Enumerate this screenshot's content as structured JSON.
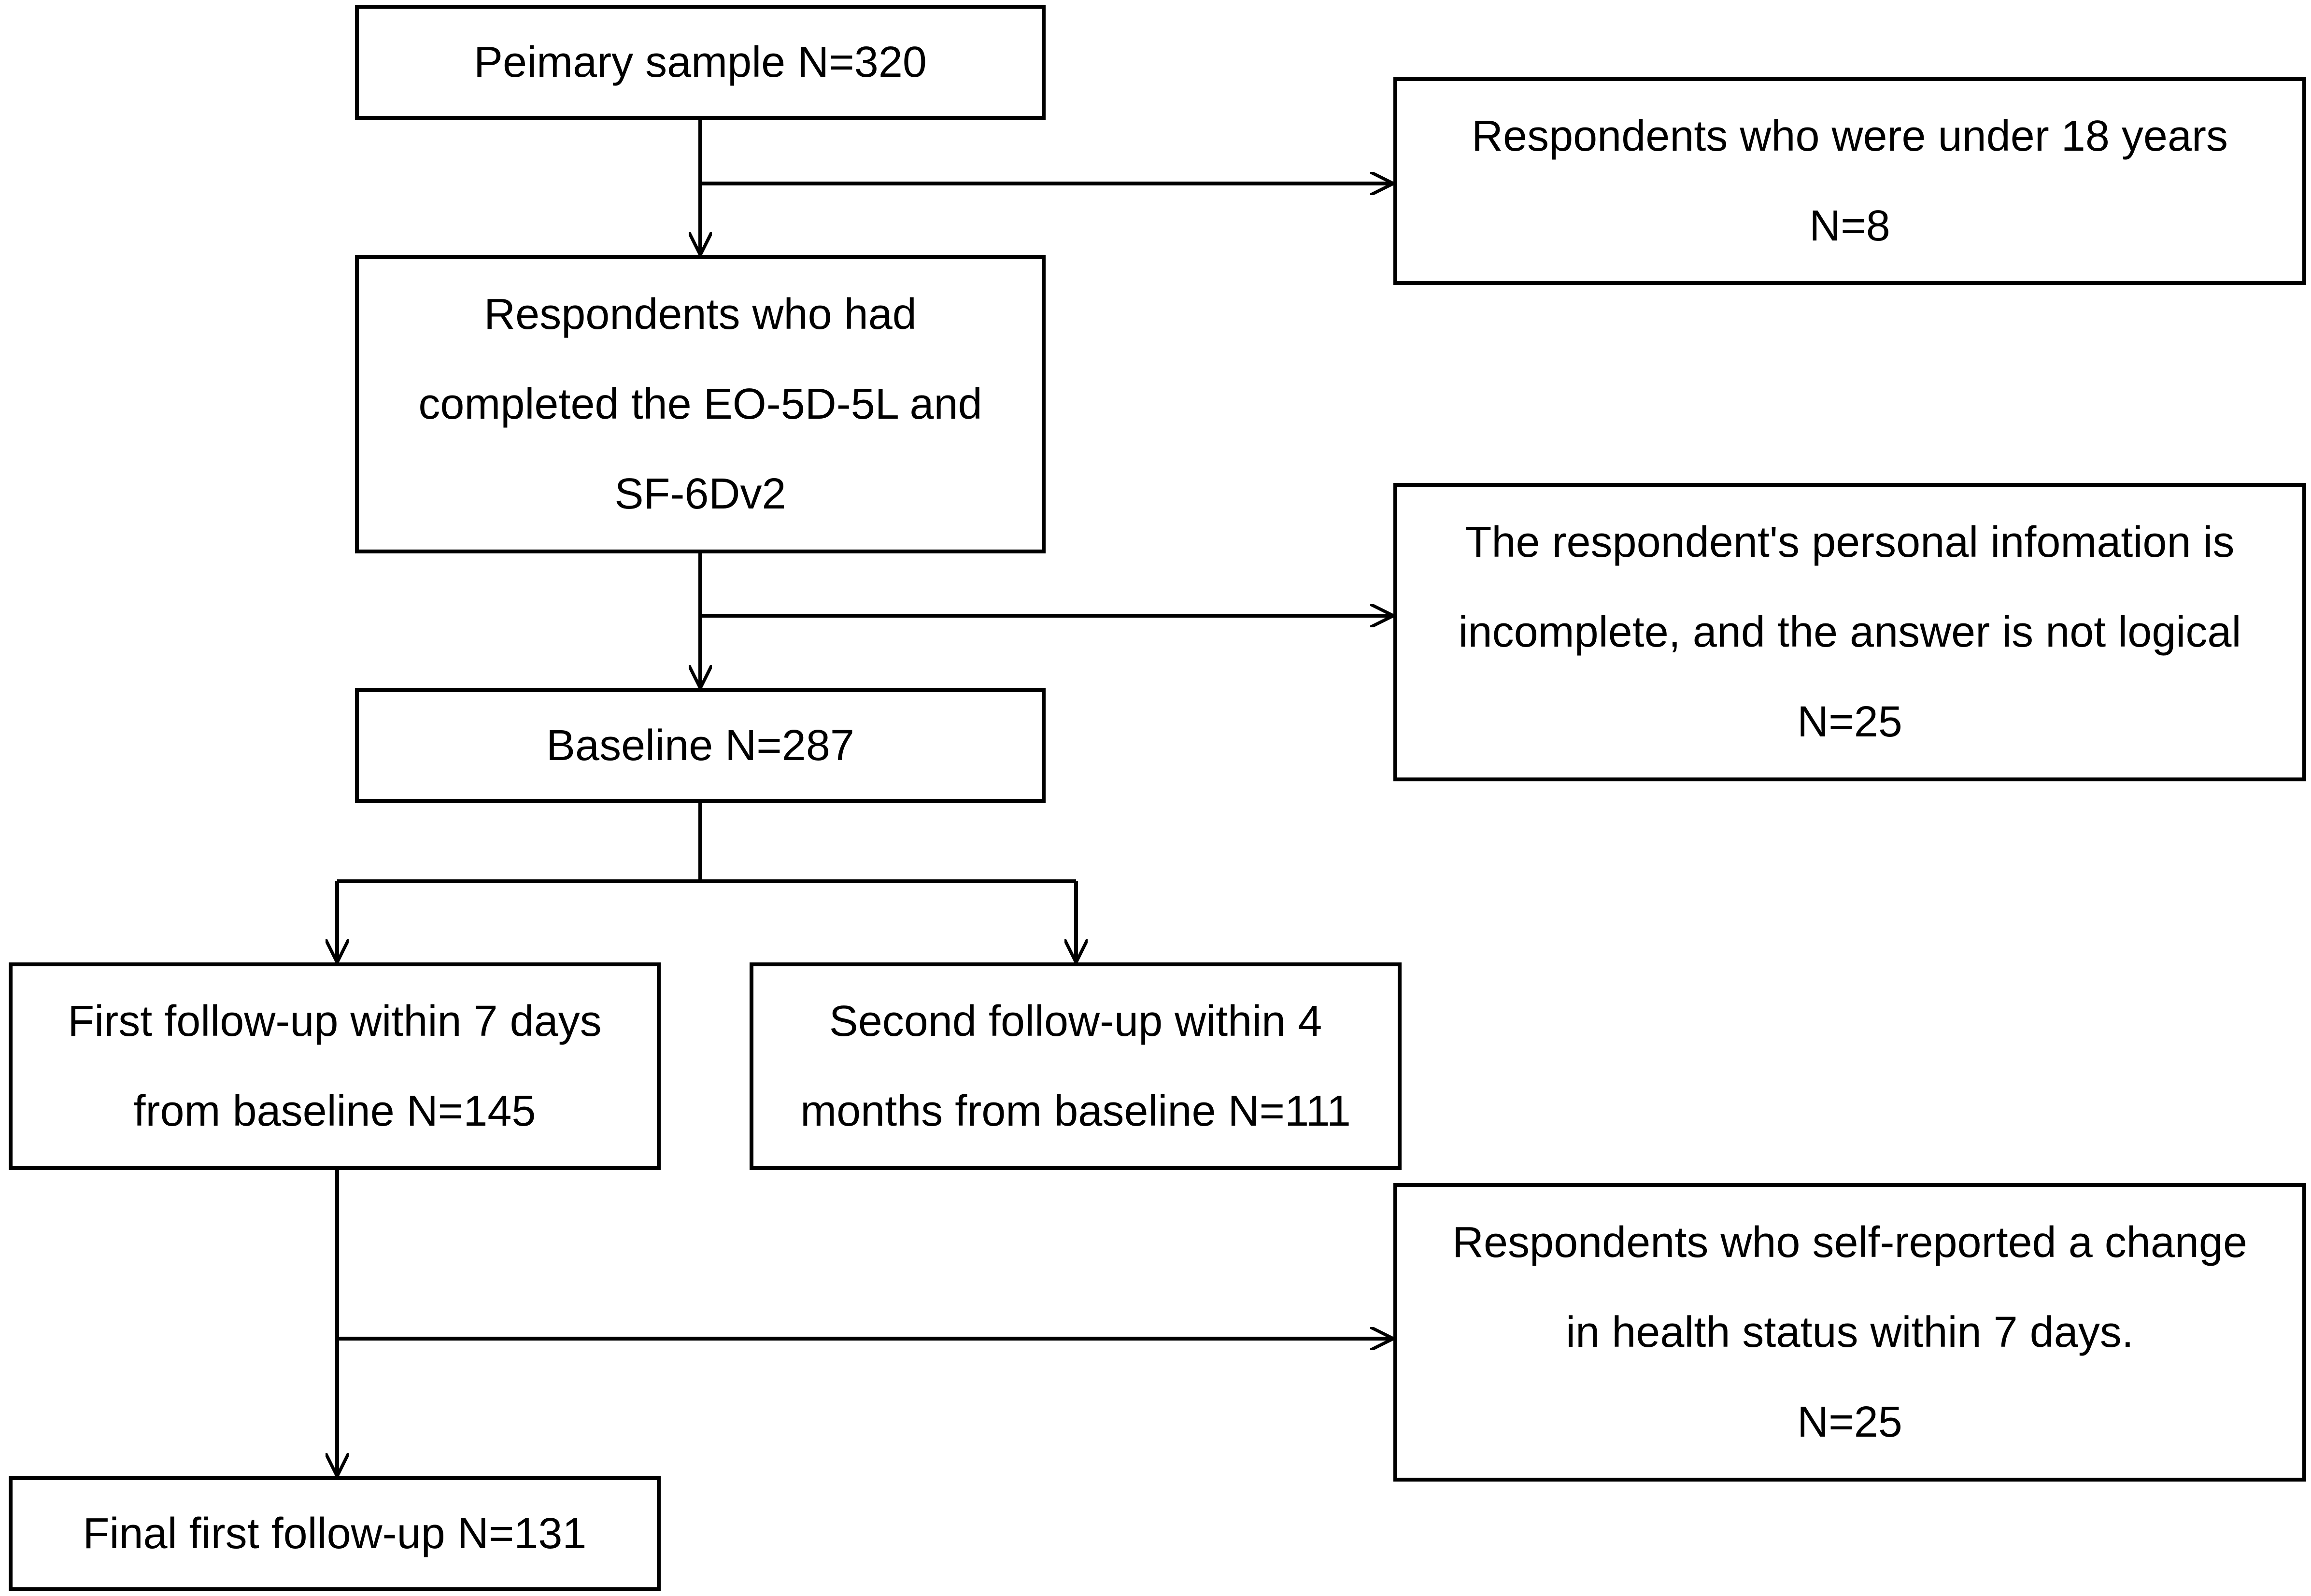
{
  "boxes": {
    "primary": {
      "lines": [
        "Peimary sample N=320"
      ]
    },
    "completed": {
      "lines": [
        "Respondents who had",
        "completed the EO-5D-5L and",
        "SF-6Dv2"
      ]
    },
    "baseline": {
      "lines": [
        "Baseline N=287"
      ]
    },
    "first": {
      "lines": [
        "First follow-up within 7 days",
        "from baseline N=145"
      ]
    },
    "second": {
      "lines": [
        "Second follow-up within 4",
        "months from baseline N=111"
      ]
    },
    "final": {
      "lines": [
        "Final first follow-up N=131"
      ]
    },
    "under18": {
      "lines": [
        "Respondents who were under 18 years",
        "N=8"
      ]
    },
    "incomplete": {
      "lines": [
        "The respondent's personal infomation is",
        "incomplete, and the answer is not logical",
        "N=25"
      ]
    },
    "changed": {
      "lines": [
        "Respondents who self-reported a change",
        "in health status within 7 days.",
        "N=25"
      ]
    }
  },
  "colors": {
    "stroke": "#000000",
    "background": "#ffffff",
    "text": "#000000"
  }
}
